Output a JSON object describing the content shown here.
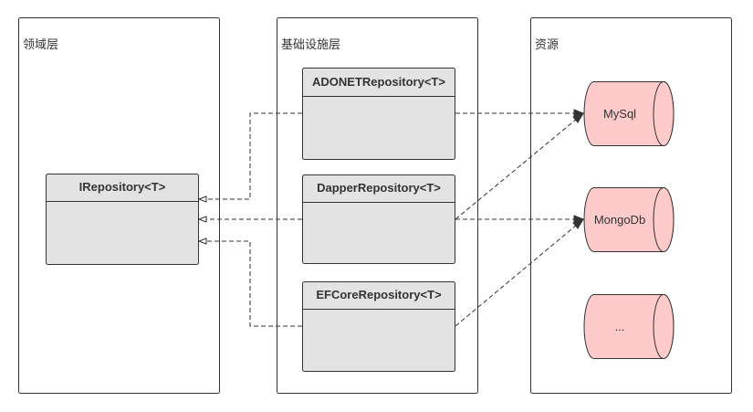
{
  "layers": {
    "domain": {
      "label": "领域层"
    },
    "infrastructure": {
      "label": "基础设施层"
    },
    "resources": {
      "label": "资源"
    }
  },
  "classes": {
    "irepository": {
      "title": "IRepository<T>"
    },
    "adonet": {
      "title": "ADONETRepository<T>"
    },
    "dapper": {
      "title": "DapperRepository<T>"
    },
    "efcore": {
      "title": "EFCoreRepository<T>"
    }
  },
  "databases": {
    "mysql": {
      "label": "MySql"
    },
    "mongodb": {
      "label": "MongoDb"
    },
    "other": {
      "label": "..."
    }
  },
  "colors": {
    "class_fill": "#e3e3e3",
    "database_fill": "#fecaca",
    "stroke": "#333333"
  },
  "relations": {
    "implements": [
      {
        "from": "ADONETRepository<T>",
        "to": "IRepository<T>"
      },
      {
        "from": "DapperRepository<T>",
        "to": "IRepository<T>"
      },
      {
        "from": "EFCoreRepository<T>",
        "to": "IRepository<T>"
      }
    ],
    "uses": [
      {
        "from": "ADONETRepository<T>",
        "to": "MySql"
      },
      {
        "from": "DapperRepository<T>",
        "to": "MySql"
      },
      {
        "from": "DapperRepository<T>",
        "to": "MongoDb"
      },
      {
        "from": "EFCoreRepository<T>",
        "to": "MongoDb"
      }
    ]
  }
}
